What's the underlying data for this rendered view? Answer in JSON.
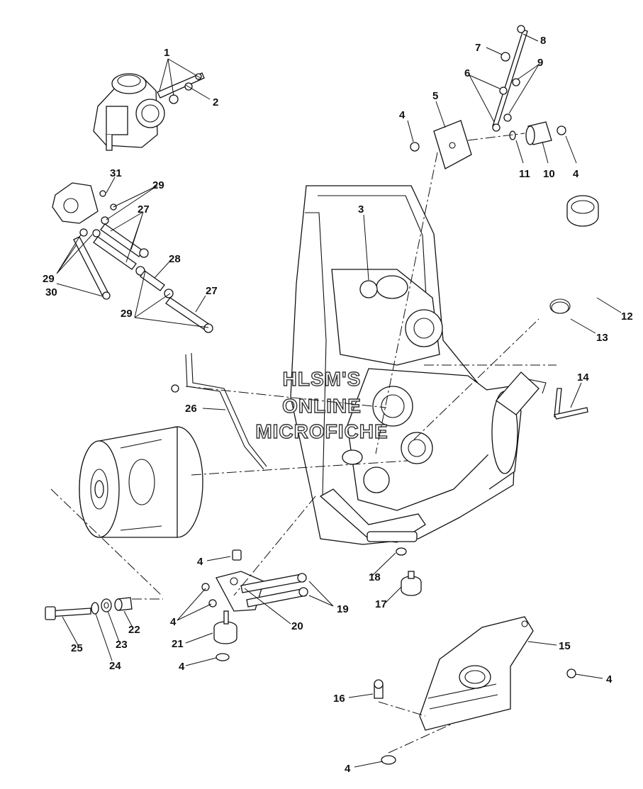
{
  "watermark": {
    "line1": "HLSM'S",
    "line2": "ONLINE",
    "line3": "MICROFICHE"
  },
  "callouts": [
    {
      "id": "c1",
      "text": "1"
    },
    {
      "id": "c2",
      "text": "2"
    },
    {
      "id": "c3",
      "text": "3"
    },
    {
      "id": "c4a",
      "text": "4"
    },
    {
      "id": "c4b",
      "text": "4"
    },
    {
      "id": "c4c",
      "text": "4"
    },
    {
      "id": "c4d",
      "text": "4"
    },
    {
      "id": "c4e",
      "text": "4"
    },
    {
      "id": "c4f",
      "text": "4"
    },
    {
      "id": "c4g",
      "text": "4"
    },
    {
      "id": "c5",
      "text": "5"
    },
    {
      "id": "c6",
      "text": "6"
    },
    {
      "id": "c7",
      "text": "7"
    },
    {
      "id": "c8",
      "text": "8"
    },
    {
      "id": "c9",
      "text": "9"
    },
    {
      "id": "c10",
      "text": "10"
    },
    {
      "id": "c11",
      "text": "11"
    },
    {
      "id": "c12",
      "text": "12"
    },
    {
      "id": "c13",
      "text": "13"
    },
    {
      "id": "c14",
      "text": "14"
    },
    {
      "id": "c15",
      "text": "15"
    },
    {
      "id": "c16",
      "text": "16"
    },
    {
      "id": "c17",
      "text": "17"
    },
    {
      "id": "c18",
      "text": "18"
    },
    {
      "id": "c19",
      "text": "19"
    },
    {
      "id": "c20",
      "text": "20"
    },
    {
      "id": "c21",
      "text": "21"
    },
    {
      "id": "c22",
      "text": "22"
    },
    {
      "id": "c23",
      "text": "23"
    },
    {
      "id": "c24",
      "text": "24"
    },
    {
      "id": "c25",
      "text": "25"
    },
    {
      "id": "c26",
      "text": "26"
    },
    {
      "id": "c27a",
      "text": "27"
    },
    {
      "id": "c27b",
      "text": "27"
    },
    {
      "id": "c28",
      "text": "28"
    },
    {
      "id": "c29a",
      "text": "29"
    },
    {
      "id": "c29b",
      "text": "29"
    },
    {
      "id": "c29c",
      "text": "29"
    },
    {
      "id": "c30",
      "text": "30"
    },
    {
      "id": "c31",
      "text": "31"
    }
  ]
}
